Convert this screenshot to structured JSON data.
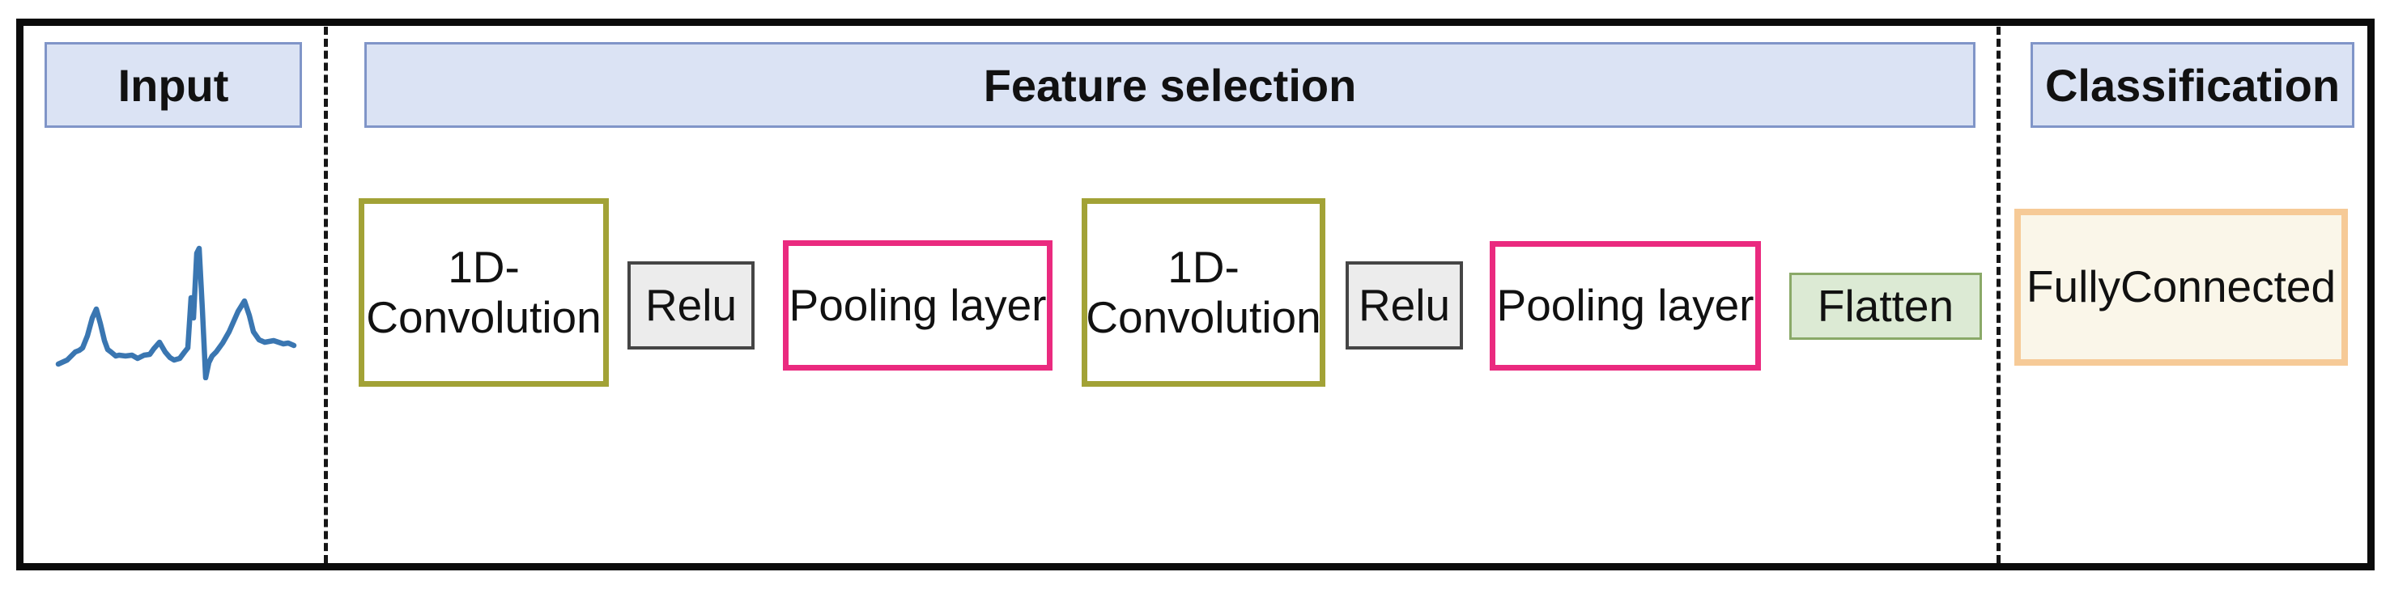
{
  "figure": {
    "sections": {
      "input": {
        "title": "Input"
      },
      "feature_selection": {
        "title": "Feature selection"
      },
      "classification": {
        "title": "Classification"
      }
    },
    "blocks": {
      "conv1": {
        "label": "1D-\nConvolution",
        "type": "convolution"
      },
      "relu1": {
        "label": "Relu",
        "type": "activation"
      },
      "pool1": {
        "label": "Pooling layer",
        "type": "pooling"
      },
      "conv2": {
        "label": "1D-\nConvolution",
        "type": "convolution"
      },
      "relu2": {
        "label": "Relu",
        "type": "activation"
      },
      "pool2": {
        "label": "Pooling layer",
        "type": "pooling"
      },
      "flatten": {
        "label": "Flatten",
        "type": "flatten"
      },
      "fully_connected": {
        "label": "FullyConnected",
        "type": "dense"
      }
    },
    "signal": {
      "name": "ecg-waveform",
      "color": "#3a76b1",
      "points": [
        [
          14,
          155
        ],
        [
          25,
          150
        ],
        [
          35,
          140
        ],
        [
          40,
          138
        ],
        [
          44,
          135
        ],
        [
          50,
          120
        ],
        [
          56,
          98
        ],
        [
          61,
          87
        ],
        [
          66,
          105
        ],
        [
          71,
          126
        ],
        [
          75,
          137
        ],
        [
          79,
          140
        ],
        [
          85,
          145
        ],
        [
          89,
          144
        ],
        [
          97,
          145
        ],
        [
          105,
          144
        ],
        [
          112,
          148
        ],
        [
          120,
          144
        ],
        [
          127,
          143
        ],
        [
          132,
          136
        ],
        [
          139,
          128
        ],
        [
          146,
          140
        ],
        [
          152,
          147
        ],
        [
          157,
          150
        ],
        [
          164,
          148
        ],
        [
          170,
          140
        ],
        [
          174,
          135
        ],
        [
          178,
          73
        ],
        [
          181,
          98
        ],
        [
          185,
          18
        ],
        [
          188,
          12
        ],
        [
          192,
          88
        ],
        [
          196,
          172
        ],
        [
          200,
          153
        ],
        [
          204,
          145
        ],
        [
          209,
          140
        ],
        [
          217,
          129
        ],
        [
          225,
          115
        ],
        [
          236,
          90
        ],
        [
          244,
          77
        ],
        [
          250,
          95
        ],
        [
          255,
          115
        ],
        [
          262,
          125
        ],
        [
          269,
          128
        ],
        [
          280,
          126
        ],
        [
          292,
          130
        ],
        [
          298,
          129
        ],
        [
          305,
          132
        ]
      ]
    },
    "colors": {
      "frame": "#0b0b0b",
      "dash": "#161616",
      "header_fill": "#dbe3f4",
      "header_border": "#8095c8",
      "conv_border": "#a2a236",
      "pool_border": "#ea2a7f",
      "relu_fill": "#ececec",
      "relu_border": "#454545",
      "flatten_fill": "#dcead4",
      "flatten_border": "#8aa968",
      "fc_fill": "#faf6e9",
      "fc_border": "#f6ca97",
      "signal": "#3a76b1"
    }
  }
}
